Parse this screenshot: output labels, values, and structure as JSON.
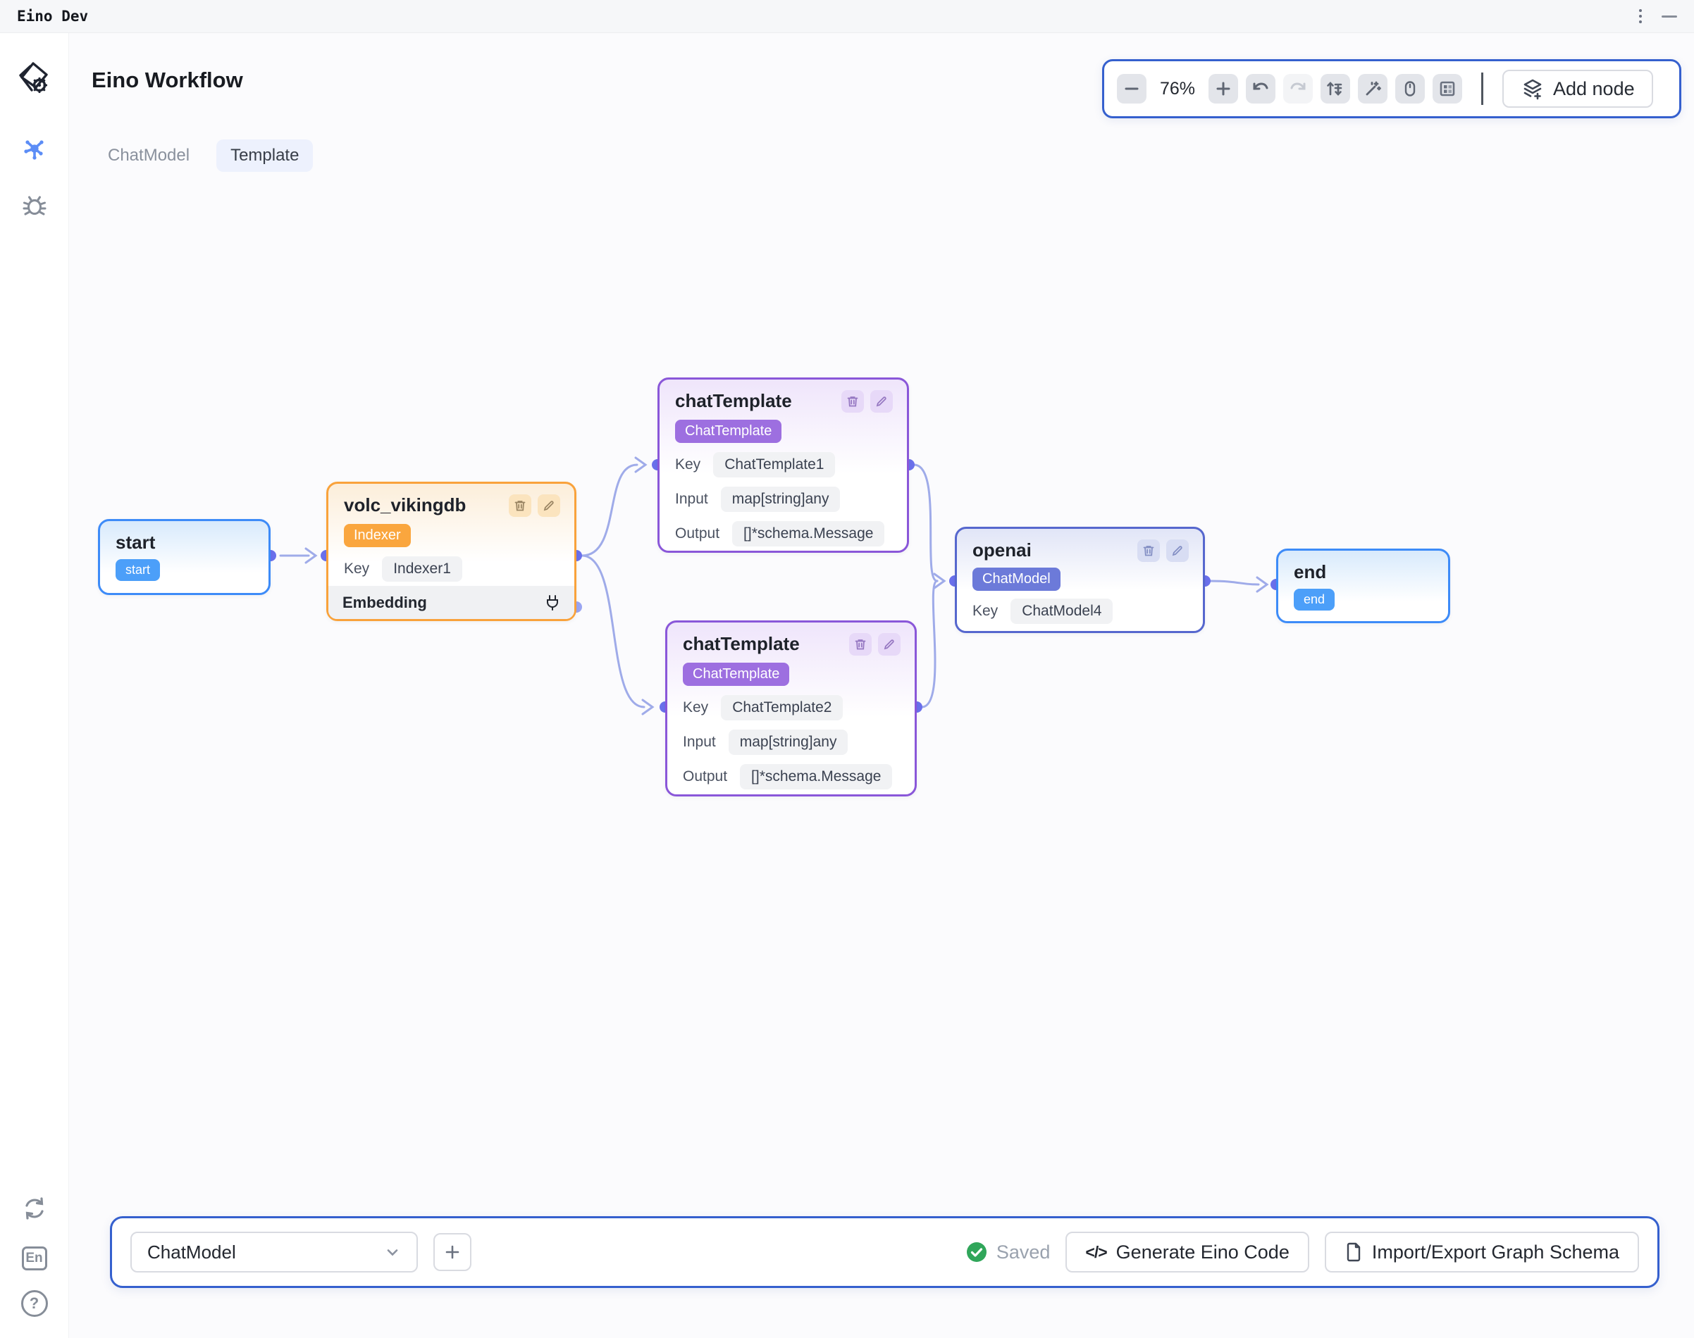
{
  "window": {
    "title": "Eino Dev"
  },
  "page": {
    "title": "Eino Workflow"
  },
  "tabs": {
    "chatmodel": "ChatModel",
    "template": "Template"
  },
  "toolbar": {
    "zoom_level": "76%",
    "add_node_label": "Add node"
  },
  "sidebar": {
    "language_label": "En",
    "help_label": "?"
  },
  "nodes": {
    "start": {
      "title": "start",
      "badge": "start"
    },
    "volc": {
      "title": "volc_vikingdb",
      "badge": "Indexer",
      "rows": [
        {
          "label": "Key",
          "value": "Indexer1"
        }
      ],
      "footer": "Embedding"
    },
    "ct1": {
      "title": "chatTemplate",
      "badge": "ChatTemplate",
      "rows": [
        {
          "label": "Key",
          "value": "ChatTemplate1"
        },
        {
          "label": "Input",
          "value": "map[string]any"
        },
        {
          "label": "Output",
          "value": "[]*schema.Message"
        }
      ]
    },
    "ct2": {
      "title": "chatTemplate",
      "badge": "ChatTemplate",
      "rows": [
        {
          "label": "Key",
          "value": "ChatTemplate2"
        },
        {
          "label": "Input",
          "value": "map[string]any"
        },
        {
          "label": "Output",
          "value": "[]*schema.Message"
        }
      ]
    },
    "openai": {
      "title": "openai",
      "badge": "ChatModel",
      "rows": [
        {
          "label": "Key",
          "value": "ChatModel4"
        }
      ]
    },
    "end": {
      "title": "end",
      "badge": "end"
    }
  },
  "footer_bar": {
    "node_type_selector": "ChatModel",
    "status": "Saved",
    "generate_code_label": "Generate Eino Code",
    "import_export_label": "Import/Export Graph Schema",
    "code_glyph": "</>"
  },
  "colors": {
    "primary_blue_border": "#3560CE",
    "node_blue": "#3D8BF8",
    "node_orange": "#F9A23B",
    "node_purple": "#8A57D9",
    "node_indigo": "#5667CE",
    "edge": "#9FABE9",
    "port": "#6A70EB",
    "saved_green": "#30A65A"
  }
}
